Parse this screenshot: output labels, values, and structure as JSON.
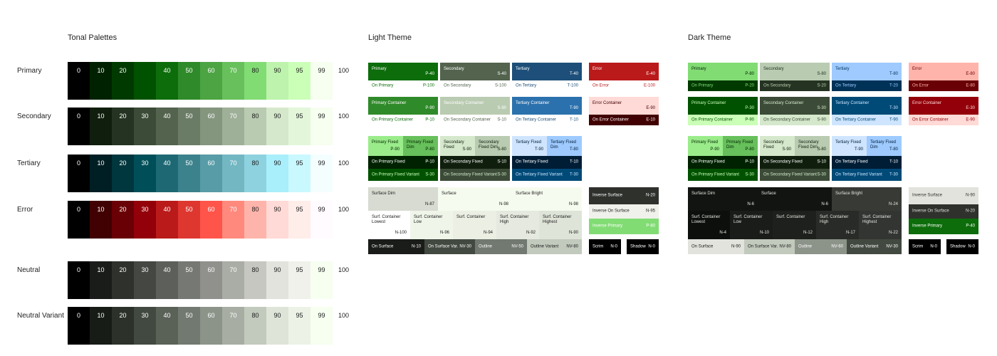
{
  "headings": {
    "tonal": "Tonal Palettes",
    "light": "Light Theme",
    "dark": "Dark Theme"
  },
  "palettes": [
    {
      "name": "Primary",
      "tones": [
        {
          "t": "0",
          "bg": "#000000",
          "fg": "#ffffff"
        },
        {
          "t": "10",
          "bg": "#002200",
          "fg": "#ffffff"
        },
        {
          "t": "20",
          "bg": "#003a00",
          "fg": "#ffffff"
        },
        {
          "t": "",
          "bg": "#005200",
          "fg": "#ffffff"
        },
        {
          "t": "40",
          "bg": "#0c6d0a",
          "fg": "#ffffff"
        },
        {
          "t": "50",
          "bg": "#2f8a29",
          "fg": "#ffffff"
        },
        {
          "t": "60",
          "bg": "#4ca442",
          "fg": "#ffffff"
        },
        {
          "t": "70",
          "bg": "#67c05b",
          "fg": "#ffffff"
        },
        {
          "t": "80",
          "bg": "#82dc74",
          "fg": "#1b1b1b"
        },
        {
          "t": "90",
          "bg": "#bdf3ad",
          "fg": "#1b1b1b"
        },
        {
          "t": "95",
          "bg": "#cbffb8",
          "fg": "#1b1b1b"
        },
        {
          "t": "99",
          "bg": "#f6fff0",
          "fg": "#1b1b1b"
        },
        {
          "t": "100",
          "bg": "#ffffff",
          "fg": "#1b1b1b"
        }
      ]
    },
    {
      "name": "Secondary",
      "tones": [
        {
          "t": "0",
          "bg": "#000000",
          "fg": "#ffffff"
        },
        {
          "t": "10",
          "bg": "#101f0d",
          "fg": "#ffffff"
        },
        {
          "t": "20",
          "bg": "#253422",
          "fg": "#ffffff"
        },
        {
          "t": "30",
          "bg": "#3b4b37",
          "fg": "#ffffff"
        },
        {
          "t": "40",
          "bg": "#53634e",
          "fg": "#ffffff"
        },
        {
          "t": "50",
          "bg": "#6b7c66",
          "fg": "#ffffff"
        },
        {
          "t": "60",
          "bg": "#84967e",
          "fg": "#ffffff"
        },
        {
          "t": "70",
          "bg": "#9eb097",
          "fg": "#ffffff"
        },
        {
          "t": "80",
          "bg": "#b9cbb1",
          "fg": "#1b1b1b"
        },
        {
          "t": "90",
          "bg": "#d5e8cc",
          "fg": "#1b1b1b"
        },
        {
          "t": "95",
          "bg": "#e3f6da",
          "fg": "#1b1b1b"
        },
        {
          "t": "99",
          "bg": "#f6fff0",
          "fg": "#1b1b1b"
        },
        {
          "t": "100",
          "bg": "#ffffff",
          "fg": "#1b1b1b"
        }
      ]
    },
    {
      "name": "Tertiary",
      "tones": [
        {
          "t": "0",
          "bg": "#000000",
          "fg": "#ffffff"
        },
        {
          "t": "10",
          "bg": "#001f24",
          "fg": "#ffffff"
        },
        {
          "t": "20",
          "bg": "#00363d",
          "fg": "#ffffff"
        },
        {
          "t": "30",
          "bg": "#004f58",
          "fg": "#ffffff"
        },
        {
          "t": "40",
          "bg": "#1d6873",
          "fg": "#ffffff"
        },
        {
          "t": "50",
          "bg": "#3c828c",
          "fg": "#ffffff"
        },
        {
          "t": "60",
          "bg": "#579ca7",
          "fg": "#ffffff"
        },
        {
          "t": "70",
          "bg": "#72b7c2",
          "fg": "#ffffff"
        },
        {
          "t": "80",
          "bg": "#8dd2de",
          "fg": "#1b1b1b"
        },
        {
          "t": "90",
          "bg": "#a9eefb",
          "fg": "#1b1b1b"
        },
        {
          "t": "95",
          "bg": "#c9f8ff",
          "fg": "#1b1b1b"
        },
        {
          "t": "99",
          "bg": "#f5feff",
          "fg": "#1b1b1b"
        },
        {
          "t": "100",
          "bg": "#ffffff",
          "fg": "#1b1b1b"
        }
      ]
    },
    {
      "name": "Error",
      "tones": [
        {
          "t": "0",
          "bg": "#000000",
          "fg": "#ffffff"
        },
        {
          "t": "10",
          "bg": "#410002",
          "fg": "#ffffff"
        },
        {
          "t": "20",
          "bg": "#690005",
          "fg": "#ffffff"
        },
        {
          "t": "30",
          "bg": "#93000a",
          "fg": "#ffffff"
        },
        {
          "t": "40",
          "bg": "#ba1a1a",
          "fg": "#ffffff"
        },
        {
          "t": "50",
          "bg": "#de3730",
          "fg": "#ffffff"
        },
        {
          "t": "60",
          "bg": "#ff5449",
          "fg": "#ffffff"
        },
        {
          "t": "70",
          "bg": "#ff897d",
          "fg": "#ffffff"
        },
        {
          "t": "80",
          "bg": "#ffb4ab",
          "fg": "#1b1b1b"
        },
        {
          "t": "90",
          "bg": "#ffdad6",
          "fg": "#1b1b1b"
        },
        {
          "t": "95",
          "bg": "#ffedea",
          "fg": "#1b1b1b"
        },
        {
          "t": "99",
          "bg": "#fffbff",
          "fg": "#1b1b1b"
        },
        {
          "t": "100",
          "bg": "#ffffff",
          "fg": "#1b1b1b"
        }
      ]
    },
    {
      "name": "Neutral",
      "tones": [
        {
          "t": "0",
          "bg": "#000000",
          "fg": "#ffffff"
        },
        {
          "t": "10",
          "bg": "#1a1c19",
          "fg": "#ffffff"
        },
        {
          "t": "20",
          "bg": "#2f312d",
          "fg": "#ffffff"
        },
        {
          "t": "30",
          "bg": "#454743",
          "fg": "#ffffff"
        },
        {
          "t": "40",
          "bg": "#5d5f5a",
          "fg": "#ffffff"
        },
        {
          "t": "50",
          "bg": "#767873",
          "fg": "#ffffff"
        },
        {
          "t": "60",
          "bg": "#90918c",
          "fg": "#ffffff"
        },
        {
          "t": "70",
          "bg": "#aaaca6",
          "fg": "#ffffff"
        },
        {
          "t": "80",
          "bg": "#c6c7c1",
          "fg": "#1b1b1b"
        },
        {
          "t": "90",
          "bg": "#e2e3dd",
          "fg": "#1b1b1b"
        },
        {
          "t": "95",
          "bg": "#f1f1eb",
          "fg": "#1b1b1b"
        },
        {
          "t": "99",
          "bg": "#f6fff0",
          "fg": "#1b1b1b"
        },
        {
          "t": "100",
          "bg": "#ffffff",
          "fg": "#1b1b1b"
        }
      ]
    },
    {
      "name": "Neutral Variant",
      "tones": [
        {
          "t": "0",
          "bg": "#000000",
          "fg": "#ffffff"
        },
        {
          "t": "10",
          "bg": "#171d16",
          "fg": "#ffffff"
        },
        {
          "t": "20",
          "bg": "#2c322a",
          "fg": "#ffffff"
        },
        {
          "t": "30",
          "bg": "#424940",
          "fg": "#ffffff"
        },
        {
          "t": "40",
          "bg": "#5a6157",
          "fg": "#ffffff"
        },
        {
          "t": "50",
          "bg": "#727970",
          "fg": "#ffffff"
        },
        {
          "t": "60",
          "bg": "#8c9389",
          "fg": "#ffffff"
        },
        {
          "t": "70",
          "bg": "#a7ada3",
          "fg": "#ffffff"
        },
        {
          "t": "80",
          "bg": "#c2c9bd",
          "fg": "#1b1b1b"
        },
        {
          "t": "90",
          "bg": "#dee5d8",
          "fg": "#1b1b1b"
        },
        {
          "t": "95",
          "bg": "#ecf3e6",
          "fg": "#1b1b1b"
        },
        {
          "t": "99",
          "bg": "#f6fff0",
          "fg": "#1b1b1b"
        },
        {
          "t": "100",
          "bg": "#ffffff",
          "fg": "#1b1b1b"
        }
      ]
    }
  ],
  "light": [
    {
      "n": "Primary",
      "c": "P-40",
      "bg": "#0c6d0a",
      "fg": "#ffffff"
    },
    {
      "n": "On Primary",
      "c": "P-100",
      "bg": "#ffffff",
      "fg": "#0c6d0a"
    },
    {
      "n": "Secondary",
      "c": "S-40",
      "bg": "#53634e",
      "fg": "#ffffff"
    },
    {
      "n": "On Secondary",
      "c": "S-100",
      "bg": "#ffffff",
      "fg": "#53634e"
    },
    {
      "n": "Tertiary",
      "c": "T-40",
      "bg": "#1d4f7a",
      "fg": "#ffffff"
    },
    {
      "n": "On Tertiary",
      "c": "T-100",
      "bg": "#ffffff",
      "fg": "#1d4f7a"
    },
    {
      "n": "Error",
      "c": "E-40",
      "bg": "#ba1a1a",
      "fg": "#ffffff"
    },
    {
      "n": "On Error",
      "c": "E-100",
      "bg": "#ffffff",
      "fg": "#ba1a1a"
    },
    {
      "n": "Primary Container",
      "c": "P-90",
      "bg": "#2f8a29",
      "fg": "#ffffff"
    },
    {
      "n": "On Primary Container",
      "c": "P-10",
      "bg": "#ffffff",
      "fg": "#0c6d0a"
    },
    {
      "n": "Secondary Container",
      "c": "S-90",
      "bg": "#b9cbb1",
      "fg": "#ffffff"
    },
    {
      "n": "On Secondary Container",
      "c": "S-10",
      "bg": "#ffffff",
      "fg": "#53634e"
    },
    {
      "n": "Tertiary Container",
      "c": "T-90",
      "bg": "#2b71ad",
      "fg": "#ffffff"
    },
    {
      "n": "On Tertiary Container",
      "c": "T-10",
      "bg": "#ffffff",
      "fg": "#1d4f7a"
    },
    {
      "n": "Error Container",
      "c": "E-90",
      "bg": "#ffdad6",
      "fg": "#410002"
    },
    {
      "n": "On Error Container",
      "c": "E-10",
      "bg": "#410002",
      "fg": "#ffffff"
    },
    {
      "n": "Primary Fixed",
      "c": "P-90",
      "bg": "#9aec8a",
      "fg": "#002200"
    },
    {
      "n": "Primary Fixed\nDim",
      "c": "P-80",
      "bg": "#67c05b",
      "fg": "#002200"
    },
    {
      "n": "Secondary\nFixed",
      "c": "S-90",
      "bg": "#d5e8cc",
      "fg": "#101f0d"
    },
    {
      "n": "Secondary\nFixed Dim",
      "c": "S-80",
      "bg": "#b9cbb1",
      "fg": "#101f0d"
    },
    {
      "n": "Tertiary Fixed",
      "c": "T-90",
      "bg": "#cfe5ff",
      "fg": "#001d36"
    },
    {
      "n": "Tertiary Fixed\nDim",
      "c": "T-80",
      "bg": "#9ecaff",
      "fg": "#001d36"
    },
    {
      "n": "On Primary Fixed",
      "c": "P-10",
      "bg": "#002200",
      "fg": "#ffffff"
    },
    {
      "n": "On Secondary Fixed",
      "c": "S-10",
      "bg": "#101f0d",
      "fg": "#ffffff"
    },
    {
      "n": "On Tertiary Fixed",
      "c": "T-10",
      "bg": "#001d36",
      "fg": "#ffffff"
    },
    {
      "n": "On Primary Fixed Variant",
      "c": "S-30",
      "bg": "#005200",
      "fg": "#cbffb8"
    },
    {
      "n": "On Secondary Fixed Variant",
      "c": "S-30",
      "bg": "#3b4b37",
      "fg": "#d5e8cc"
    },
    {
      "n": "On Tertiary Fixed Variant",
      "c": "T-30",
      "bg": "#004a77",
      "fg": "#cfe5ff"
    },
    {
      "n": "Surface Dim",
      "c": "N-87",
      "bg": "#d7dbd1",
      "fg": "#1a1c19"
    },
    {
      "n": "Surface",
      "c": "N-98",
      "bg": "#f6fbef",
      "fg": "#1a1c19"
    },
    {
      "n": "Surface Bright",
      "c": "N-98",
      "bg": "#f6fbef",
      "fg": "#1a1c19"
    },
    {
      "n": "Inverse Surface",
      "c": "N-20",
      "bg": "#2f312d",
      "fg": "#ffffff"
    },
    {
      "n": "Inverse On Surface",
      "c": "N-95",
      "bg": "#f1f1eb",
      "fg": "#1a1c19"
    },
    {
      "n": "Inverse Primary",
      "c": "P-80",
      "bg": "#82dc74",
      "fg": "#ffffff"
    },
    {
      "n": "Surf. Container\nLowest",
      "c": "N-100",
      "bg": "#ffffff",
      "fg": "#1a1c19"
    },
    {
      "n": "Surf. Container\nLow",
      "c": "N-96",
      "bg": "#f0f5ea",
      "fg": "#1a1c19"
    },
    {
      "n": "Surf. Container",
      "c": "N-94",
      "bg": "#ebefe4",
      "fg": "#1a1c19"
    },
    {
      "n": "Surf. Container\nHigh",
      "c": "N-92",
      "bg": "#e5e9df",
      "fg": "#1a1c19"
    },
    {
      "n": "Surf. Container\nHighest",
      "c": "N-90",
      "bg": "#dfe4d9",
      "fg": "#1a1c19"
    },
    {
      "n": "On Surface",
      "c": "N-10",
      "bg": "#1a1c19",
      "fg": "#ffffff"
    },
    {
      "n": "On Surface Var.",
      "c": "NV-30",
      "bg": "#424940",
      "fg": "#ffffff"
    },
    {
      "n": "Outline",
      "c": "NV-50",
      "bg": "#727970",
      "fg": "#ffffff"
    },
    {
      "n": "Outline Variant",
      "c": "NV-80",
      "bg": "#c2c9bd",
      "fg": "#1a1c19"
    },
    {
      "n": "Scrim",
      "c": "N-0",
      "bg": "#000000",
      "fg": "#ffffff"
    },
    {
      "n": "Shadow",
      "c": "N-0",
      "bg": "#000000",
      "fg": "#ffffff"
    }
  ],
  "dark": [
    {
      "n": "Primary",
      "c": "P-80",
      "bg": "#82dc74",
      "fg": "#002200"
    },
    {
      "n": "On Primary",
      "c": "P-20",
      "bg": "#003a00",
      "fg": "#82dc74"
    },
    {
      "n": "Secondary",
      "c": "S-80",
      "bg": "#b9cbb1",
      "fg": "#253422"
    },
    {
      "n": "On Secondary",
      "c": "S-20",
      "bg": "#253422",
      "fg": "#b9cbb1"
    },
    {
      "n": "Tertiary",
      "c": "T-80",
      "bg": "#9ecaff",
      "fg": "#003258"
    },
    {
      "n": "On Tertiary",
      "c": "T-20",
      "bg": "#003258",
      "fg": "#9ecaff"
    },
    {
      "n": "Error",
      "c": "E-80",
      "bg": "#ffb4ab",
      "fg": "#690005"
    },
    {
      "n": "On Error",
      "c": "E-80",
      "bg": "#690005",
      "fg": "#ffb4ab"
    },
    {
      "n": "Primary Container",
      "c": "P-30",
      "bg": "#005200",
      "fg": "#cbffb8"
    },
    {
      "n": "On Primary Container",
      "c": "P-90",
      "bg": "#cbffb8",
      "fg": "#005200"
    },
    {
      "n": "Secondary Container",
      "c": "S-30",
      "bg": "#3b4b37",
      "fg": "#d5e8cc"
    },
    {
      "n": "On Secondary Container",
      "c": "S-90",
      "bg": "#d5e8cc",
      "fg": "#3b4b37"
    },
    {
      "n": "Tertiary Container",
      "c": "T-30",
      "bg": "#004a77",
      "fg": "#cfe5ff"
    },
    {
      "n": "On Tertiary Container",
      "c": "T-90",
      "bg": "#cfe5ff",
      "fg": "#004a77"
    },
    {
      "n": "Error Container",
      "c": "E-30",
      "bg": "#93000a",
      "fg": "#ffdad6"
    },
    {
      "n": "On Error Container",
      "c": "E-90",
      "bg": "#ffdad6",
      "fg": "#93000a"
    },
    {
      "n": "Primary Fixed",
      "c": "P-90",
      "bg": "#9aec8a",
      "fg": "#002200"
    },
    {
      "n": "Primary Fixed\nDim",
      "c": "P-80",
      "bg": "#67c05b",
      "fg": "#002200"
    },
    {
      "n": "Secondary\nFixed",
      "c": "S-90",
      "bg": "#d5e8cc",
      "fg": "#101f0d"
    },
    {
      "n": "Secondary\nFixed Dim",
      "c": "S-80",
      "bg": "#b9cbb1",
      "fg": "#101f0d"
    },
    {
      "n": "Tertiary Fixed",
      "c": "T-90",
      "bg": "#cfe5ff",
      "fg": "#001d36"
    },
    {
      "n": "Tertiary Fixed\nDim",
      "c": "T-80",
      "bg": "#9ecaff",
      "fg": "#001d36"
    },
    {
      "n": "On Primary Fixed",
      "c": "P-10",
      "bg": "#002200",
      "fg": "#ffffff"
    },
    {
      "n": "On Secondary Fixed",
      "c": "S-10",
      "bg": "#101f0d",
      "fg": "#ffffff"
    },
    {
      "n": "On Tertiary Fixed",
      "c": "T-10",
      "bg": "#001d36",
      "fg": "#ffffff"
    },
    {
      "n": "On Primary Fixed Variant",
      "c": "S-30",
      "bg": "#005200",
      "fg": "#cbffb8"
    },
    {
      "n": "On Secondary Fixed Variant",
      "c": "S-30",
      "bg": "#3b4b37",
      "fg": "#d5e8cc"
    },
    {
      "n": "On Tertiary Fixed Variant",
      "c": "T-30",
      "bg": "#004a77",
      "fg": "#cfe5ff"
    },
    {
      "n": "Surface Dim",
      "c": "N-6",
      "bg": "#121411",
      "fg": "#e2e3dd"
    },
    {
      "n": "Surface",
      "c": "N-6",
      "bg": "#121411",
      "fg": "#e2e3dd"
    },
    {
      "n": "Surface Bright",
      "c": "N-24",
      "bg": "#383a36",
      "fg": "#e2e3dd"
    },
    {
      "n": "Inverse Surface",
      "c": "N-90",
      "bg": "#e2e3dd",
      "fg": "#2f312d"
    },
    {
      "n": "Inverse On Surface",
      "c": "N-20",
      "bg": "#2f312d",
      "fg": "#e2e3dd"
    },
    {
      "n": "Inverse Primary",
      "c": "P-40",
      "bg": "#0c6d0a",
      "fg": "#ffffff"
    },
    {
      "n": "Surf. Container\nLowest",
      "c": "N-4",
      "bg": "#0c0f0b",
      "fg": "#e2e3dd"
    },
    {
      "n": "Surf. Container\nLow",
      "c": "N-10",
      "bg": "#1a1c19",
      "fg": "#e2e3dd"
    },
    {
      "n": "Surf. Container",
      "c": "N-12",
      "bg": "#1e201d",
      "fg": "#e2e3dd"
    },
    {
      "n": "Surf. Container\nHigh",
      "c": "N-17",
      "bg": "#282b27",
      "fg": "#e2e3dd"
    },
    {
      "n": "Surf. Container\nHighest",
      "c": "N-22",
      "bg": "#333532",
      "fg": "#e2e3dd"
    },
    {
      "n": "On Surface",
      "c": "N-90",
      "bg": "#e2e3dd",
      "fg": "#1a1c19"
    },
    {
      "n": "On Surface Var.",
      "c": "NV-80",
      "bg": "#c2c9bd",
      "fg": "#1a1c19"
    },
    {
      "n": "Outline",
      "c": "NV-60",
      "bg": "#8c9389",
      "fg": "#ffffff"
    },
    {
      "n": "Outline Variant",
      "c": "NV-30",
      "bg": "#424940",
      "fg": "#ffffff"
    },
    {
      "n": "Scrim",
      "c": "N-0",
      "bg": "#000000",
      "fg": "#ffffff"
    },
    {
      "n": "Shadow",
      "c": "N-0",
      "bg": "#000000",
      "fg": "#ffffff"
    }
  ]
}
